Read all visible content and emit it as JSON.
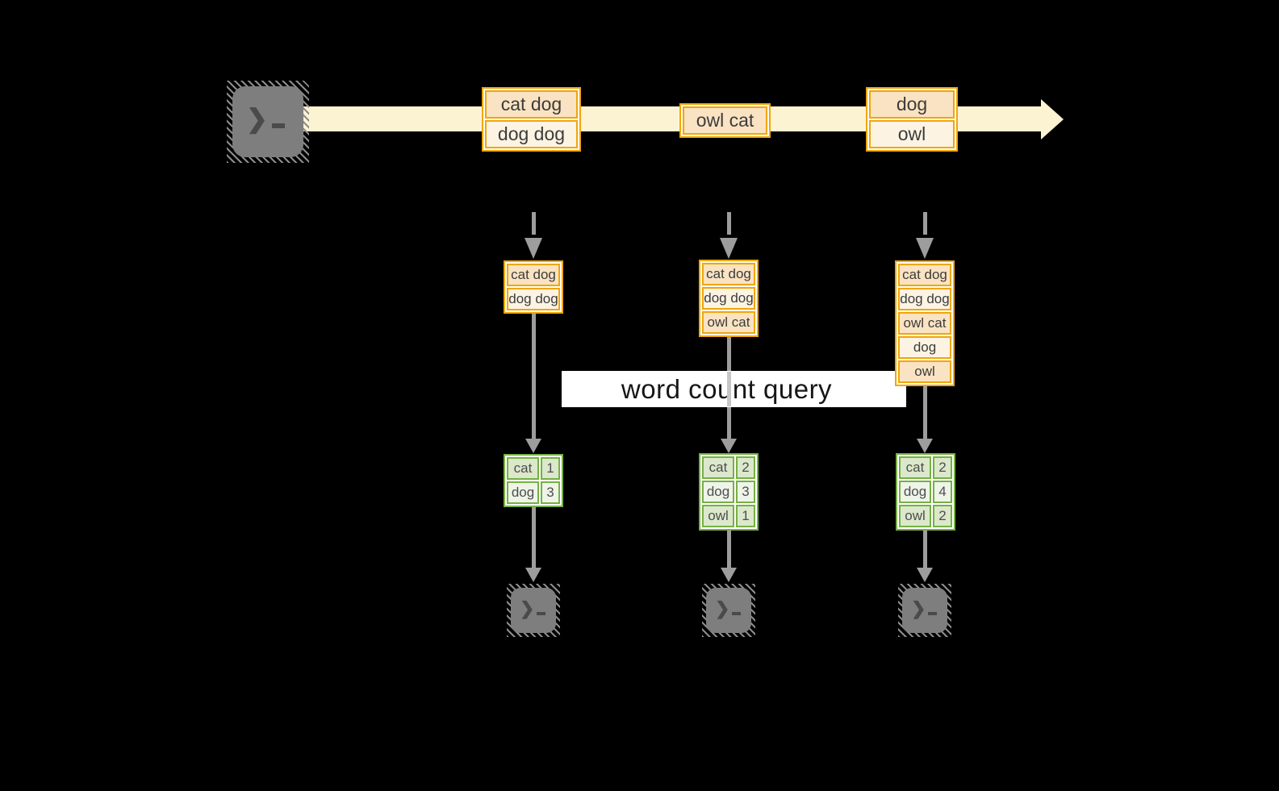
{
  "query": {
    "label": "word count query"
  },
  "stream": {
    "records": [
      {
        "rows": [
          "cat dog",
          "dog dog"
        ]
      },
      {
        "rows": [
          "owl cat"
        ]
      },
      {
        "rows": [
          "dog",
          "owl"
        ]
      }
    ]
  },
  "snapshots": [
    {
      "rows": [
        "cat dog",
        "dog dog"
      ]
    },
    {
      "rows": [
        "cat dog",
        "dog dog",
        "owl cat"
      ]
    },
    {
      "rows": [
        "cat dog",
        "dog dog",
        "owl cat",
        "dog",
        "owl"
      ]
    }
  ],
  "results": [
    {
      "rows": [
        [
          "cat",
          "1"
        ],
        [
          "dog",
          "3"
        ]
      ]
    },
    {
      "rows": [
        [
          "cat",
          "2"
        ],
        [
          "dog",
          "3"
        ],
        [
          "owl",
          "1"
        ]
      ]
    },
    {
      "rows": [
        [
          "cat",
          "2"
        ],
        [
          "dog",
          "4"
        ],
        [
          "owl",
          "2"
        ]
      ]
    }
  ],
  "icons": {
    "source": "terminal-icon",
    "outputs": "terminal-icon",
    "prompt_glyph": "❯"
  },
  "colors": {
    "background": "#000000",
    "stream_band": "#FCF3D3",
    "orange_border": "#F0A60A",
    "cell_peach": "#FAE3C2",
    "cell_cream": "#FDF3E3",
    "green_border": "#76B043",
    "cell_green": "#DBE8CB",
    "cell_green_pale": "#EFF4E9",
    "arrow_gray": "#9D9D9D",
    "terminal_gray": "#7E7E7E",
    "label_bg": "#FFFFFF",
    "label_text": "#161616"
  }
}
